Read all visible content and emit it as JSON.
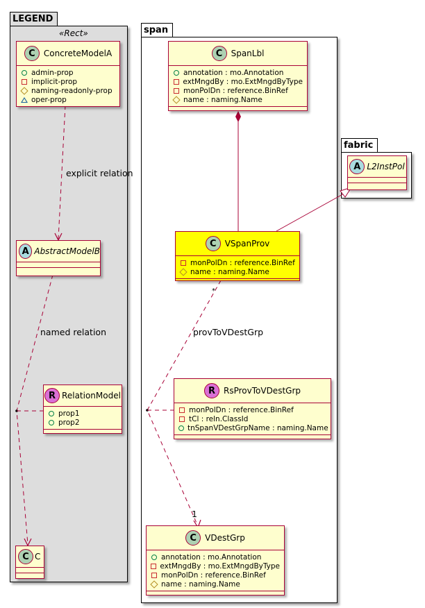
{
  "legend": {
    "package_name": "LEGEND",
    "stereotype": "«Rect»",
    "concrete_class": {
      "name": "ConcreteModelA",
      "kind": "C",
      "attributes": [
        {
          "visibility": "public",
          "icon": "circle-icon",
          "text": "admin-prop"
        },
        {
          "visibility": "private",
          "icon": "square-icon",
          "text": "implicit-prop"
        },
        {
          "visibility": "protected",
          "icon": "diamond-icon",
          "text": "naming-readonly-prop"
        },
        {
          "visibility": "package",
          "icon": "triangle-icon",
          "text": "oper-prop"
        }
      ]
    },
    "explicit_relation_label": "explicit relation",
    "abstract_class": {
      "name": "AbstractModelB",
      "kind": "A"
    },
    "named_relation_label": "named relation",
    "relation_class": {
      "name": "RelationModel",
      "kind": "R",
      "attributes": [
        {
          "visibility": "public",
          "icon": "circle-icon",
          "text": "prop1"
        },
        {
          "visibility": "public",
          "icon": "circle-icon",
          "text": "prop2"
        }
      ]
    },
    "target_class": {
      "name": "C",
      "kind": "C"
    }
  },
  "span": {
    "package_name": "span",
    "span_lbl": {
      "name": "SpanLbl",
      "kind": "C",
      "attributes": [
        {
          "visibility": "public",
          "icon": "circle-icon",
          "text": "annotation : mo.Annotation"
        },
        {
          "visibility": "private",
          "icon": "square-icon",
          "text": "extMngdBy : mo.ExtMngdByType"
        },
        {
          "visibility": "private",
          "icon": "square-icon",
          "text": "monPolDn : reference.BinRef"
        },
        {
          "visibility": "protected",
          "icon": "diamond-icon",
          "text": "name : naming.Name"
        }
      ]
    },
    "vspan_prov": {
      "name": "VSpanProv",
      "kind": "C",
      "highlight_color": "#ffff00",
      "attributes": [
        {
          "visibility": "private",
          "icon": "square-icon",
          "text": "monPolDn : reference.BinRef"
        },
        {
          "visibility": "protected",
          "icon": "diamond-icon",
          "text": "name : naming.Name"
        }
      ]
    },
    "relation_label": "provToVDestGrp",
    "multiplicity_source": "*",
    "multiplicity_target": "1",
    "rs_class": {
      "name": "RsProvToVDestGrp",
      "kind": "R",
      "attributes": [
        {
          "visibility": "private",
          "icon": "square-icon",
          "text": "monPolDn : reference.BinRef"
        },
        {
          "visibility": "private",
          "icon": "square-icon",
          "text": "tCl : reln.ClassId"
        },
        {
          "visibility": "public",
          "icon": "circle-icon",
          "text": "tnSpanVDestGrpName : naming.Name"
        }
      ]
    },
    "vdest_grp": {
      "name": "VDestGrp",
      "kind": "C",
      "attributes": [
        {
          "visibility": "public",
          "icon": "circle-icon",
          "text": "annotation : mo.Annotation"
        },
        {
          "visibility": "private",
          "icon": "square-icon",
          "text": "extMngdBy : mo.ExtMngdByType"
        },
        {
          "visibility": "private",
          "icon": "square-icon",
          "text": "monPolDn : reference.BinRef"
        },
        {
          "visibility": "protected",
          "icon": "diamond-icon",
          "text": "name : naming.Name"
        }
      ]
    }
  },
  "fabric": {
    "package_name": "fabric",
    "l2_inst_pol": {
      "name": "L2InstPol",
      "kind": "A"
    }
  },
  "colors": {
    "class_fill": "#fefece",
    "class_border": "#a80036",
    "legend_fill": "#dddddd",
    "highlight_fill": "#ffff00",
    "edge_color": "#a80036"
  }
}
